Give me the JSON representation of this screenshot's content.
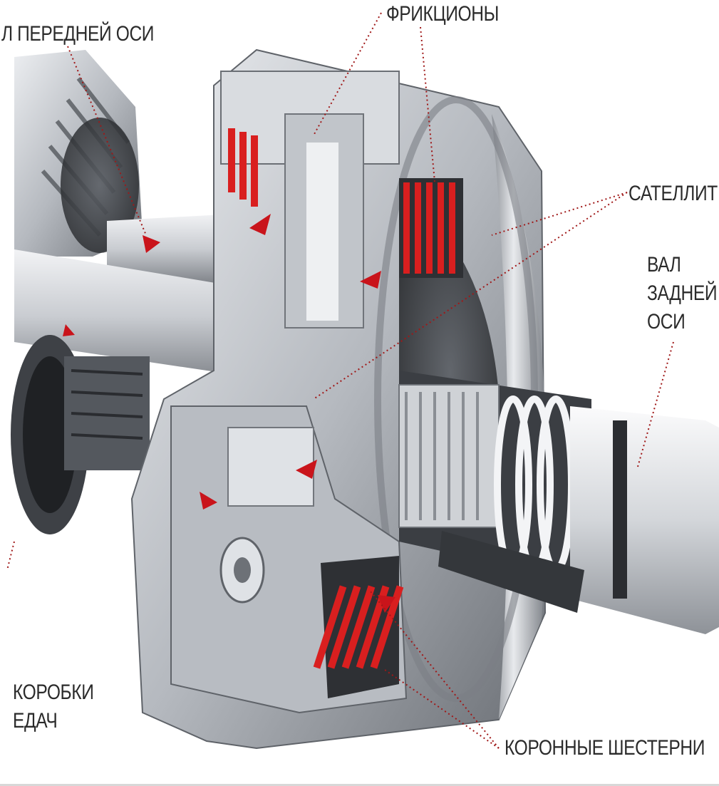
{
  "labels": {
    "front_axle_shaft": "Л ПЕРЕДНЕЙ ОСИ",
    "frictions": "ФРИКЦИОНЫ",
    "satellites": "САТЕЛЛИТ",
    "rear_axle_shaft": [
      "ВАЛ",
      "ЗАДНЕЙ",
      "ОСИ"
    ],
    "gearbox_shaft": [
      "КОРОБКИ",
      "ЕДАЧ"
    ],
    "ring_gears": "КОРОННЫЕ ШЕСТЕРНИ"
  },
  "colors": {
    "label_text": "#2b2b2b",
    "leader_line": "#a01818",
    "friction_red": "#d91f1f",
    "metal_light": "#e4e6e9",
    "metal_mid": "#a9adb3",
    "metal_dark": "#4a4d52",
    "background": "#ffffff"
  }
}
